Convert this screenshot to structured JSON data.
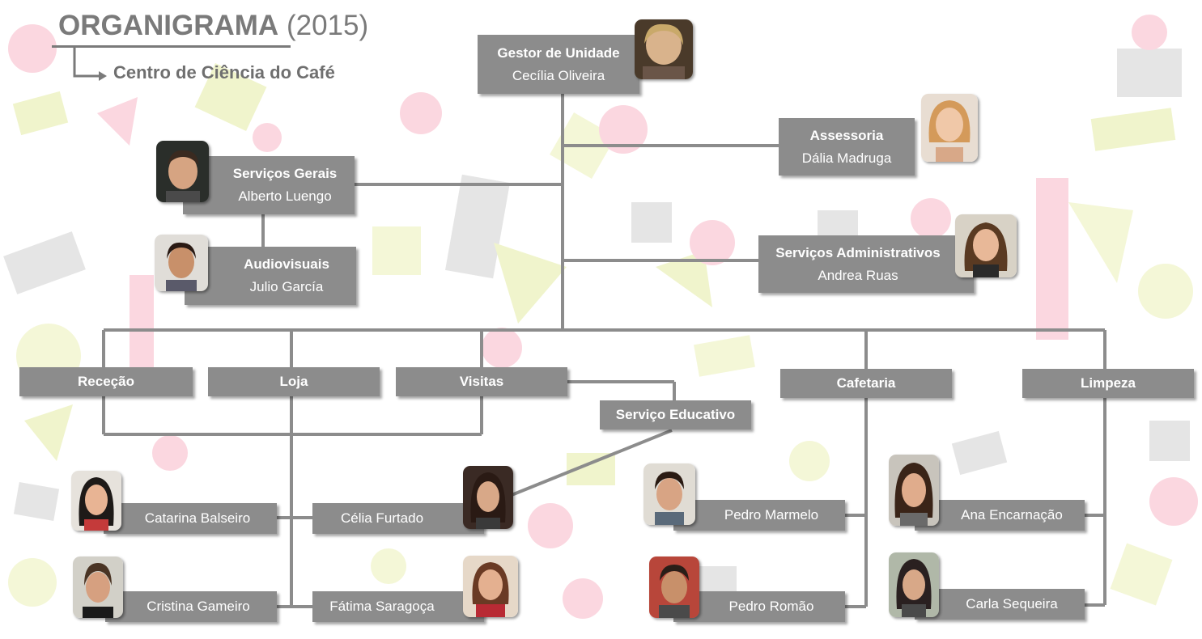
{
  "header": {
    "title_main": "ORGANIGRAMA",
    "title_year": "(2015)",
    "subtitle": "Centro de Ciência do Café"
  },
  "colors": {
    "box": "#8c8c8c",
    "line": "#8c8c8c",
    "text": "#ffffff",
    "title": "#7a7a7a"
  },
  "nodes": {
    "gestor": {
      "role": "Gestor de Unidade",
      "person": "Cecília Oliveira"
    },
    "assessoria": {
      "role": "Assessoria",
      "person": "Dália Madruga"
    },
    "servicos_gerais": {
      "role": "Serviços Gerais",
      "person": "Alberto Luengo"
    },
    "audiovisuais": {
      "role": "Audiovisuais",
      "person": "Julio García"
    },
    "servicos_admin": {
      "role": "Serviços Administrativos",
      "person": "Andrea Ruas"
    },
    "rececao": {
      "role": "Receção"
    },
    "loja": {
      "role": "Loja"
    },
    "visitas": {
      "role": "Visitas"
    },
    "servico_educativo": {
      "role": "Serviço Educativo"
    },
    "cafetaria": {
      "role": "Cafetaria"
    },
    "limpeza": {
      "role": "Limpeza"
    }
  },
  "staff": {
    "catarina": "Catarina Balseiro",
    "cristina": "Cristina Gameiro",
    "celia": "Célia Furtado",
    "fatima": "Fátima Saragoça",
    "pedro_marmelo": "Pedro Marmelo",
    "pedro_romao": "Pedro Romão",
    "ana": "Ana Encarnação",
    "carla": "Carla Sequeira"
  }
}
